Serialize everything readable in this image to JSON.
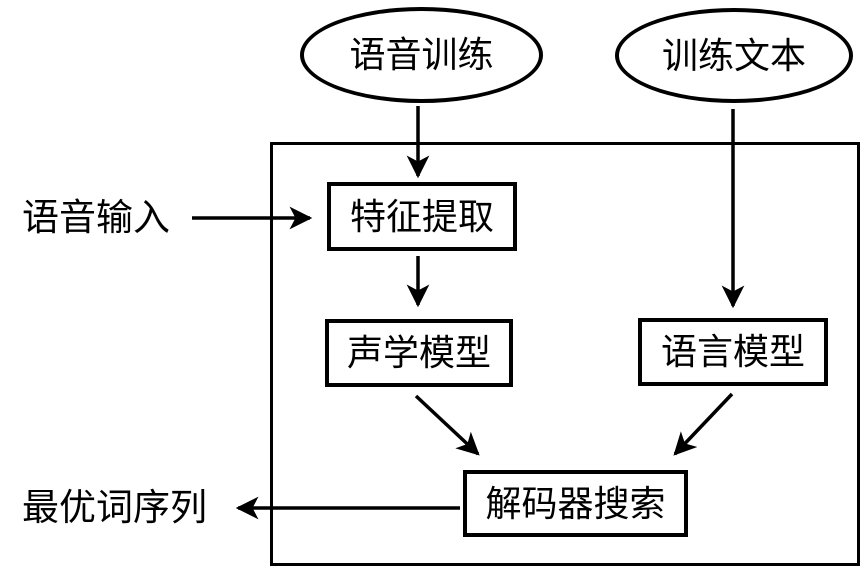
{
  "diagram": {
    "sources": [
      {
        "id": "speech-training",
        "label": "语音训练",
        "shape": "ellipse"
      },
      {
        "id": "training-text",
        "label": "训练文本",
        "shape": "ellipse"
      }
    ],
    "processes": [
      {
        "id": "feature-extraction",
        "label": "特征提取"
      },
      {
        "id": "acoustic-model",
        "label": "声学模型"
      },
      {
        "id": "language-model",
        "label": "语言模型"
      },
      {
        "id": "decoder-search",
        "label": "解码器搜索"
      }
    ],
    "io": {
      "input_label": "语音输入",
      "output_label": "最优词序列"
    },
    "edges": [
      {
        "from": "语音训练",
        "to": "特征提取"
      },
      {
        "from": "语音输入",
        "to": "特征提取"
      },
      {
        "from": "特征提取",
        "to": "声学模型"
      },
      {
        "from": "训练文本",
        "to": "语言模型"
      },
      {
        "from": "声学模型",
        "to": "解码器搜索"
      },
      {
        "from": "语言模型",
        "to": "解码器搜索"
      },
      {
        "from": "解码器搜索",
        "to": "最优词序列"
      }
    ],
    "colors": {
      "stroke": "#000000",
      "text": "#000000",
      "background": "#ffffff"
    }
  }
}
